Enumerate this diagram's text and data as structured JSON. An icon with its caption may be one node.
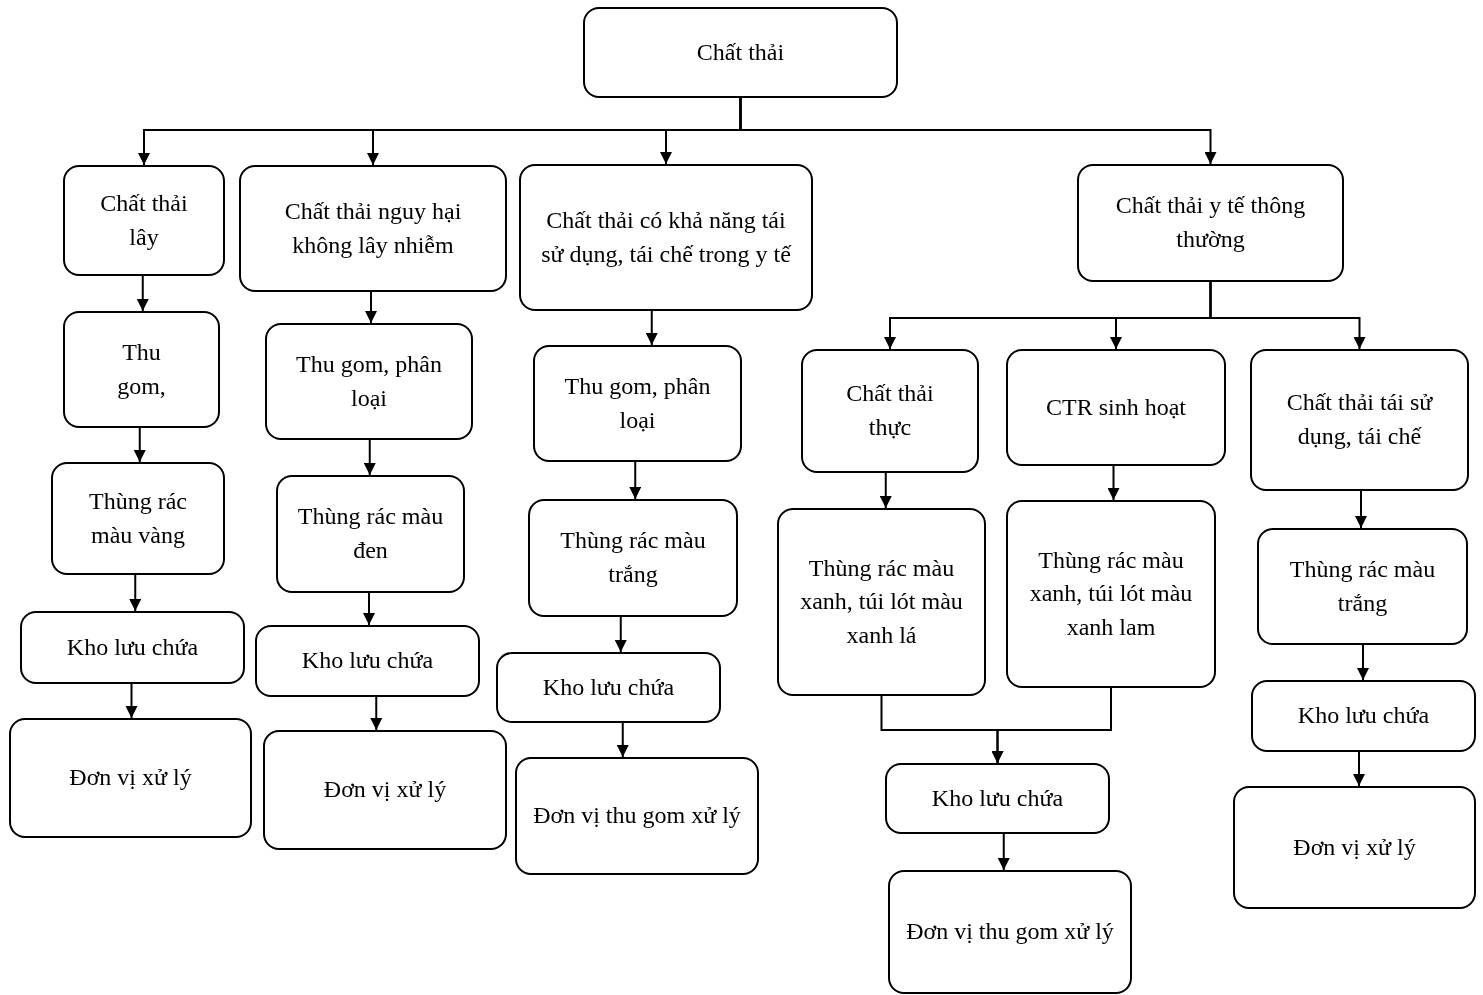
{
  "diagram": {
    "nodes": [
      {
        "text": [
          "Chất thải"
        ]
      },
      {
        "text": [
          "Chất thải lây"
        ]
      },
      {
        "text": [
          "Chất thải nguy hại không lây nhiễm"
        ]
      },
      {
        "text": [
          "Chất thải có khả năng tái sử dụng, tái chế trong y tế"
        ]
      },
      {
        "text": [
          "Chất thải y tế thông thường"
        ]
      },
      {
        "text": [
          "Thu gom,"
        ]
      },
      {
        "text": [
          "Thùng rác màu vàng"
        ]
      },
      {
        "text": [
          "Kho lưu chứa"
        ]
      },
      {
        "text": [
          "Đơn vị xử lý"
        ]
      },
      {
        "text": [
          "Thu gom, phân loại"
        ]
      },
      {
        "text": [
          "Thùng rác màu đen"
        ]
      },
      {
        "text": [
          "Kho lưu chứa"
        ]
      },
      {
        "text": [
          "Đơn vị xử lý"
        ]
      },
      {
        "text": [
          "Thu gom, phân loại"
        ]
      },
      {
        "text": [
          "Thùng rác màu trắng"
        ]
      },
      {
        "text": [
          "Kho lưu chứa"
        ]
      },
      {
        "text": [
          "Đơn vị thu gom xử lý"
        ]
      },
      {
        "text": [
          "Chất thải thực"
        ]
      },
      {
        "text": [
          "CTR sinh hoạt"
        ]
      },
      {
        "text": [
          "Chất thải tái sử dụng, tái chế"
        ]
      },
      {
        "text": [
          "Thùng rác màu xanh, túi lót màu xanh lá"
        ]
      },
      {
        "text": [
          "Thùng rác màu xanh, túi lót màu xanh lam"
        ]
      },
      {
        "text": [
          "Kho lưu chứa"
        ]
      },
      {
        "text": [
          "Đơn vị thu gom xử lý"
        ]
      },
      {
        "text": [
          "Thùng rác màu trắng"
        ]
      },
      {
        "text": [
          "Kho lưu chứa"
        ]
      },
      {
        "text": [
          "Đơn vị xử lý"
        ]
      }
    ],
    "edges": [
      {
        "from": 0,
        "to": 1,
        "arrow": "to"
      },
      {
        "from": 0,
        "to": 2,
        "arrow": "to"
      },
      {
        "from": 0,
        "to": 3,
        "arrow": "to"
      },
      {
        "from": 0,
        "to": 4,
        "arrow": "to"
      },
      {
        "from": 1,
        "to": 5,
        "arrow": "to"
      },
      {
        "from": 5,
        "to": 6,
        "arrow": "to"
      },
      {
        "from": 6,
        "to": 7,
        "arrow": "to"
      },
      {
        "from": 7,
        "to": 8,
        "arrow": "to"
      },
      {
        "from": 2,
        "to": 9,
        "arrow": "to"
      },
      {
        "from": 9,
        "to": 10,
        "arrow": "to"
      },
      {
        "from": 10,
        "to": 11,
        "arrow": "to"
      },
      {
        "from": 11,
        "to": 12,
        "arrow": "to"
      },
      {
        "from": 3,
        "to": 13,
        "arrow": "to"
      },
      {
        "from": 13,
        "to": 14,
        "arrow": "to"
      },
      {
        "from": 14,
        "to": 15,
        "arrow": "to"
      },
      {
        "from": 15,
        "to": 16,
        "arrow": "to"
      },
      {
        "from": 4,
        "to": 17,
        "arrow": "to"
      },
      {
        "from": 4,
        "to": 18,
        "arrow": "to"
      },
      {
        "from": 4,
        "to": 19,
        "arrow": "to"
      },
      {
        "from": 17,
        "to": 20,
        "arrow": "to"
      },
      {
        "from": 18,
        "to": 21,
        "arrow": "to"
      },
      {
        "from": 20,
        "to": 22,
        "arrow": "to"
      },
      {
        "from": 21,
        "to": 22,
        "arrow": "to"
      },
      {
        "from": 22,
        "to": 23,
        "arrow": "to"
      },
      {
        "from": 19,
        "to": 24,
        "arrow": "to"
      },
      {
        "from": 24,
        "to": 25,
        "arrow": "to"
      },
      {
        "from": 25,
        "to": 26,
        "arrow": "to"
      }
    ]
  }
}
